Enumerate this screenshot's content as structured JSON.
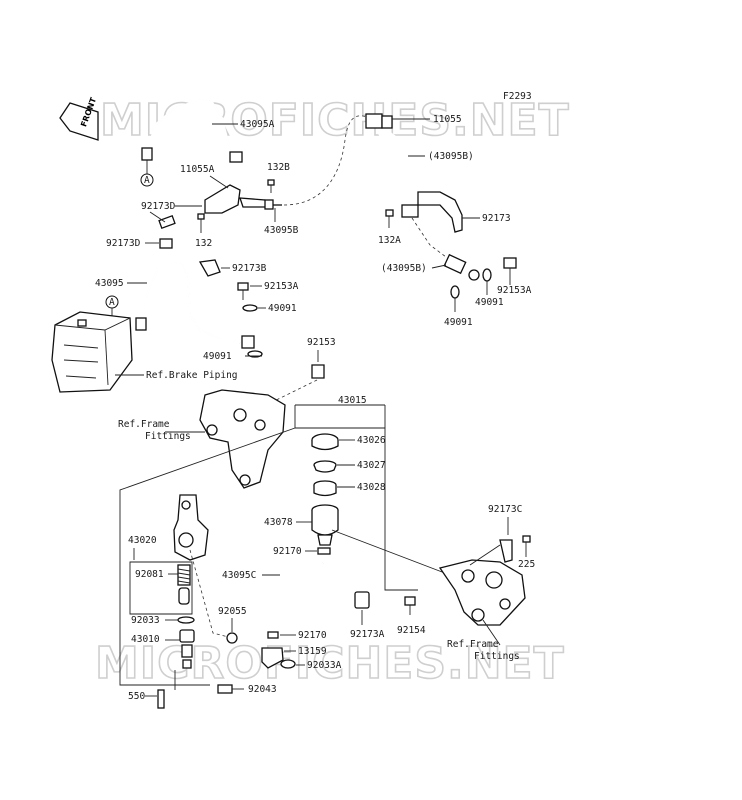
{
  "diagram_code": "F2293",
  "watermark": "MICROFICHES.NET",
  "front_label": "FRONT",
  "callout_a": "A",
  "labels": {
    "p43095A": "43095A",
    "p11055": "11055",
    "p11055A": "11055A",
    "p132B": "132B",
    "p43095B_top": "(43095B)",
    "p92173D": "92173D",
    "p92173D_b": "92173D",
    "p132": "132",
    "p43095B": "43095B",
    "p92173": "92173",
    "p132A": "132A",
    "p43095B_mid": "(43095B)",
    "p92153A_r": "92153A",
    "p49091_r1": "49091",
    "p49091_r2": "49091",
    "p43095": "43095",
    "p92173B": "92173B",
    "p92153A": "92153A",
    "p49091_a": "49091",
    "p49091_b": "49091",
    "ref_brake": "Ref.Brake Piping",
    "p92153": "92153",
    "ref_frame_1a": "Ref.Frame",
    "ref_frame_1b": "Fittings",
    "p43015": "43015",
    "p43026": "43026",
    "p43027": "43027",
    "p43028": "43028",
    "p43078": "43078",
    "p92170": "92170",
    "p43095C": "43095C",
    "p43020": "43020",
    "p92081": "92081",
    "p92033": "92033",
    "p92055": "92055",
    "p92170_b": "92170",
    "p43010": "43010",
    "p13159": "13159",
    "p92033A": "92033A",
    "p92173A": "92173A",
    "p92154": "92154",
    "p92173C": "92173C",
    "p225": "225",
    "ref_frame_2a": "Ref.Frame",
    "ref_frame_2b": "Fittings",
    "p550": "550",
    "p92043": "92043"
  }
}
